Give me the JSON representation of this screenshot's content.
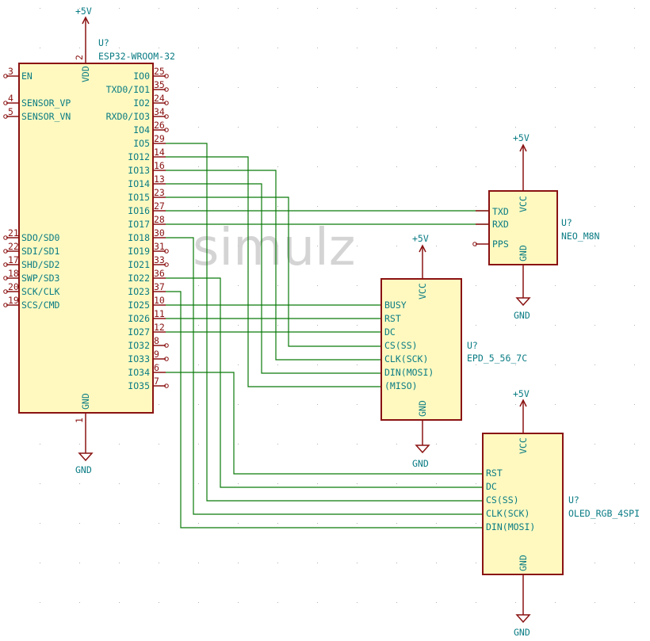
{
  "colors": {
    "wire": "#0a7a0a",
    "body_fill": "#fff9c0",
    "body_stroke": "#8a1212",
    "text": "#0a7c84",
    "pin_number": "#8a1212",
    "power": "#8a1212"
  },
  "watermark": "simulz",
  "esp32": {
    "ref": "U?",
    "value": "ESP32-WROOM-32",
    "vdd": {
      "name": "VDD",
      "num": "2",
      "power": "+5V"
    },
    "gnd": {
      "name": "GND",
      "num": "1",
      "power": "GND"
    },
    "left_pins": [
      {
        "num": "3",
        "name": "EN"
      },
      {
        "num": "4",
        "name": "SENSOR_VP"
      },
      {
        "num": "5",
        "name": "SENSOR_VN"
      },
      {
        "num": "21",
        "name": "SDO/SD0"
      },
      {
        "num": "22",
        "name": "SDI/SD1"
      },
      {
        "num": "17",
        "name": "SHD/SD2"
      },
      {
        "num": "18",
        "name": "SWP/SD3"
      },
      {
        "num": "20",
        "name": "SCK/CLK"
      },
      {
        "num": "19",
        "name": "SCS/CMD"
      }
    ],
    "right_pins": [
      {
        "num": "25",
        "name": "IO0"
      },
      {
        "num": "35",
        "name": "TXD0/IO1"
      },
      {
        "num": "24",
        "name": "IO2"
      },
      {
        "num": "34",
        "name": "RXD0/IO3"
      },
      {
        "num": "26",
        "name": "IO4"
      },
      {
        "num": "29",
        "name": "IO5"
      },
      {
        "num": "14",
        "name": "IO12"
      },
      {
        "num": "16",
        "name": "IO13"
      },
      {
        "num": "13",
        "name": "IO14"
      },
      {
        "num": "23",
        "name": "IO15"
      },
      {
        "num": "27",
        "name": "IO16"
      },
      {
        "num": "28",
        "name": "IO17"
      },
      {
        "num": "30",
        "name": "IO18"
      },
      {
        "num": "31",
        "name": "IO19"
      },
      {
        "num": "33",
        "name": "IO21"
      },
      {
        "num": "36",
        "name": "IO22"
      },
      {
        "num": "37",
        "name": "IO23"
      },
      {
        "num": "10",
        "name": "IO25"
      },
      {
        "num": "11",
        "name": "IO26"
      },
      {
        "num": "12",
        "name": "IO27"
      },
      {
        "num": "8",
        "name": "IO32"
      },
      {
        "num": "9",
        "name": "IO33"
      },
      {
        "num": "6",
        "name": "IO34"
      },
      {
        "num": "7",
        "name": "IO35"
      }
    ]
  },
  "gps": {
    "ref": "U?",
    "value": "NEO_M8N",
    "vcc": "VCC",
    "gnd": "GND",
    "power": "+5V",
    "ground": "GND",
    "pins": [
      "TXD",
      "RXD",
      "PPS"
    ]
  },
  "epd": {
    "ref": "U?",
    "value": "EPD_5_56_7C",
    "vcc": "VCC",
    "gnd": "GND",
    "power": "+5V",
    "ground": "GND",
    "pins": [
      "BUSY",
      "RST",
      "DC",
      "CS(SS)",
      "CLK(SCK)",
      "DIN(MOSI)",
      "(MISO)"
    ]
  },
  "oled": {
    "ref": "U?",
    "value": "OLED_RGB_4SPI",
    "vcc": "VCC",
    "gnd": "GND",
    "power": "+5V",
    "ground": "GND",
    "pins": [
      "RST",
      "DC",
      "CS(SS)",
      "CLK(SCK)",
      "DIN(MOSI)"
    ]
  }
}
